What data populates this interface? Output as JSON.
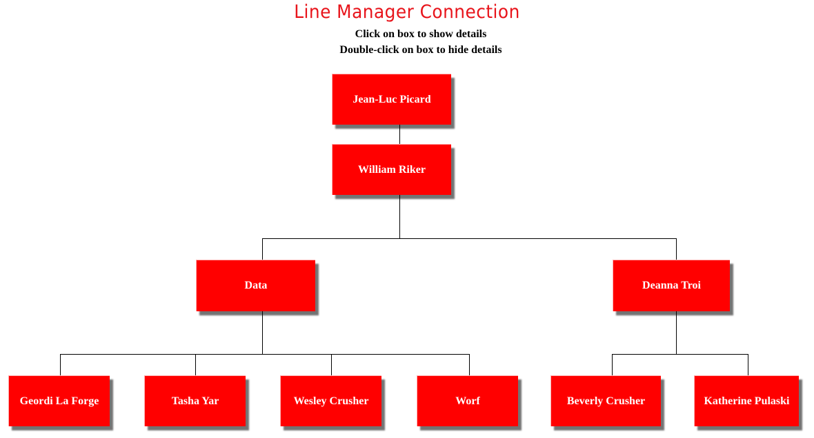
{
  "header": {
    "title": "Line Manager Connection",
    "instruction_1": "Click on box to show details",
    "instruction_2": "Double-click on box to hide details"
  },
  "colors": {
    "node_fill": "#ff0000",
    "title": "#e8141b",
    "node_text": "#ffffff"
  },
  "nodes": {
    "picard": "Jean-Luc Picard",
    "riker": "William Riker",
    "data": "Data",
    "troi": "Deanna Troi",
    "laforge": "Geordi La Forge",
    "yar": "Tasha Yar",
    "wesley": "Wesley Crusher",
    "worf": "Worf",
    "beverly": "Beverly Crusher",
    "pulaski": "Katherine Pulaski"
  }
}
